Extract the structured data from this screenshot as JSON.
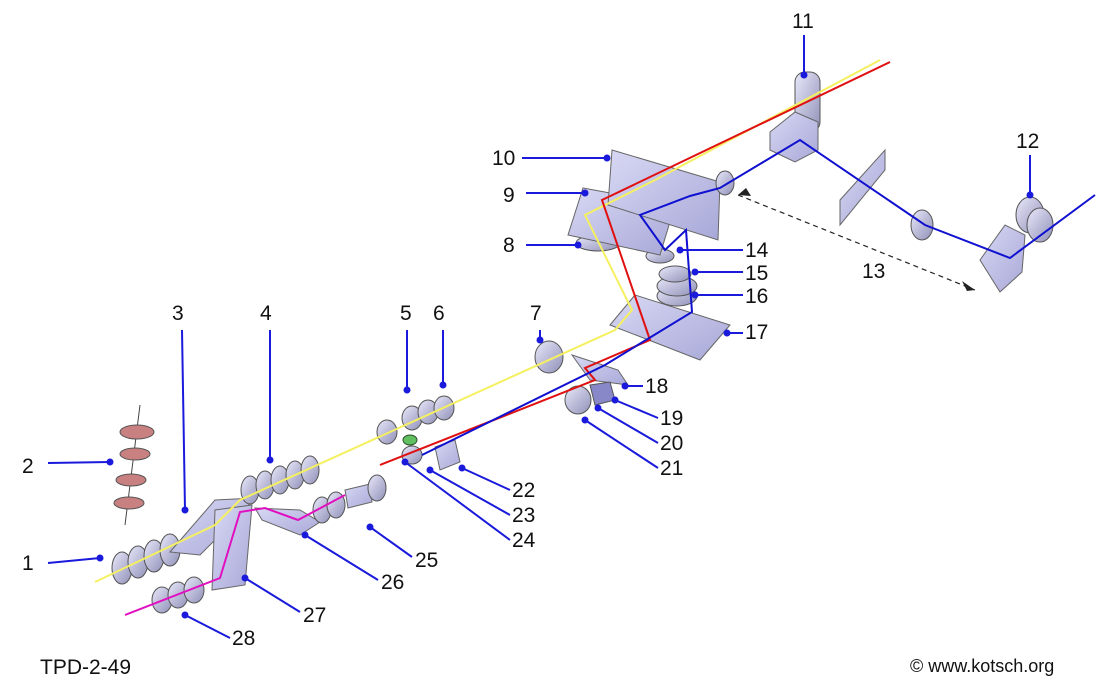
{
  "diagram": {
    "doc_id": "TPD-2-49",
    "copyright": "© www.kotsch.org",
    "labels": [
      "1",
      "2",
      "3",
      "4",
      "5",
      "6",
      "7",
      "8",
      "9",
      "10",
      "11",
      "12",
      "13",
      "14",
      "15",
      "16",
      "17",
      "18",
      "19",
      "20",
      "21",
      "22",
      "23",
      "24",
      "25",
      "26",
      "27",
      "28"
    ],
    "beam_colors": {
      "yellow": "#f5f060",
      "red": "#e01010",
      "blue": "#1010d0",
      "magenta": "#e010c0",
      "leader": "#1a1adc",
      "component_fill": "#c8c8f0",
      "component_stroke": "#606090",
      "filter_red": "#c98080"
    }
  }
}
